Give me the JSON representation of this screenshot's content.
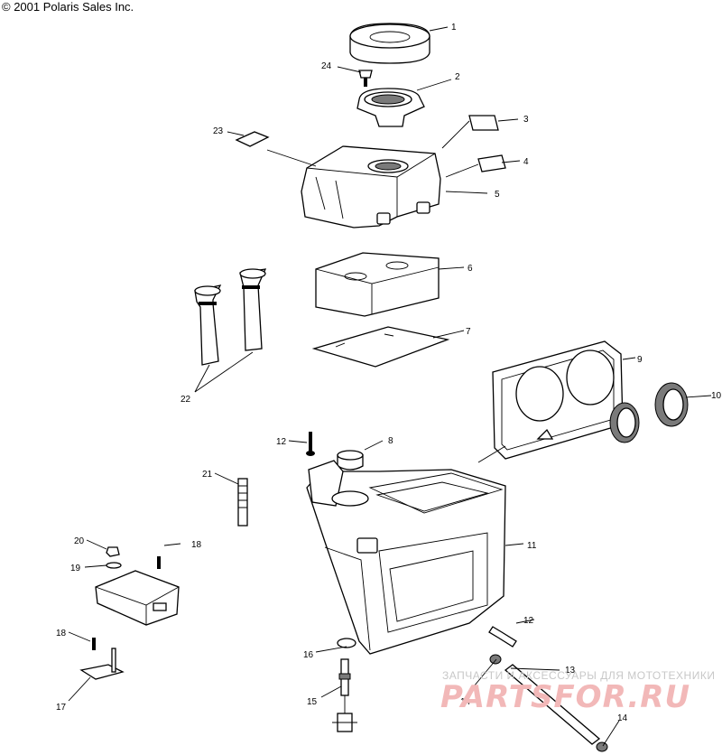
{
  "copyright": "© 2001 Polaris Sales Inc.",
  "watermark": {
    "tagline": "ЗАПЧАСТИ И АКСЕССУАРЫ ДЛЯ МОТОТЕХНИКИ",
    "logo": "PARTSFOR.RU"
  },
  "callouts": [
    "1",
    "2",
    "3",
    "4",
    "5",
    "6",
    "7",
    "8",
    "9",
    "10",
    "11",
    "12",
    "12",
    "13",
    "14",
    "14",
    "15",
    "16",
    "17",
    "18",
    "19",
    "20",
    "21",
    "22",
    "23",
    "24"
  ]
}
